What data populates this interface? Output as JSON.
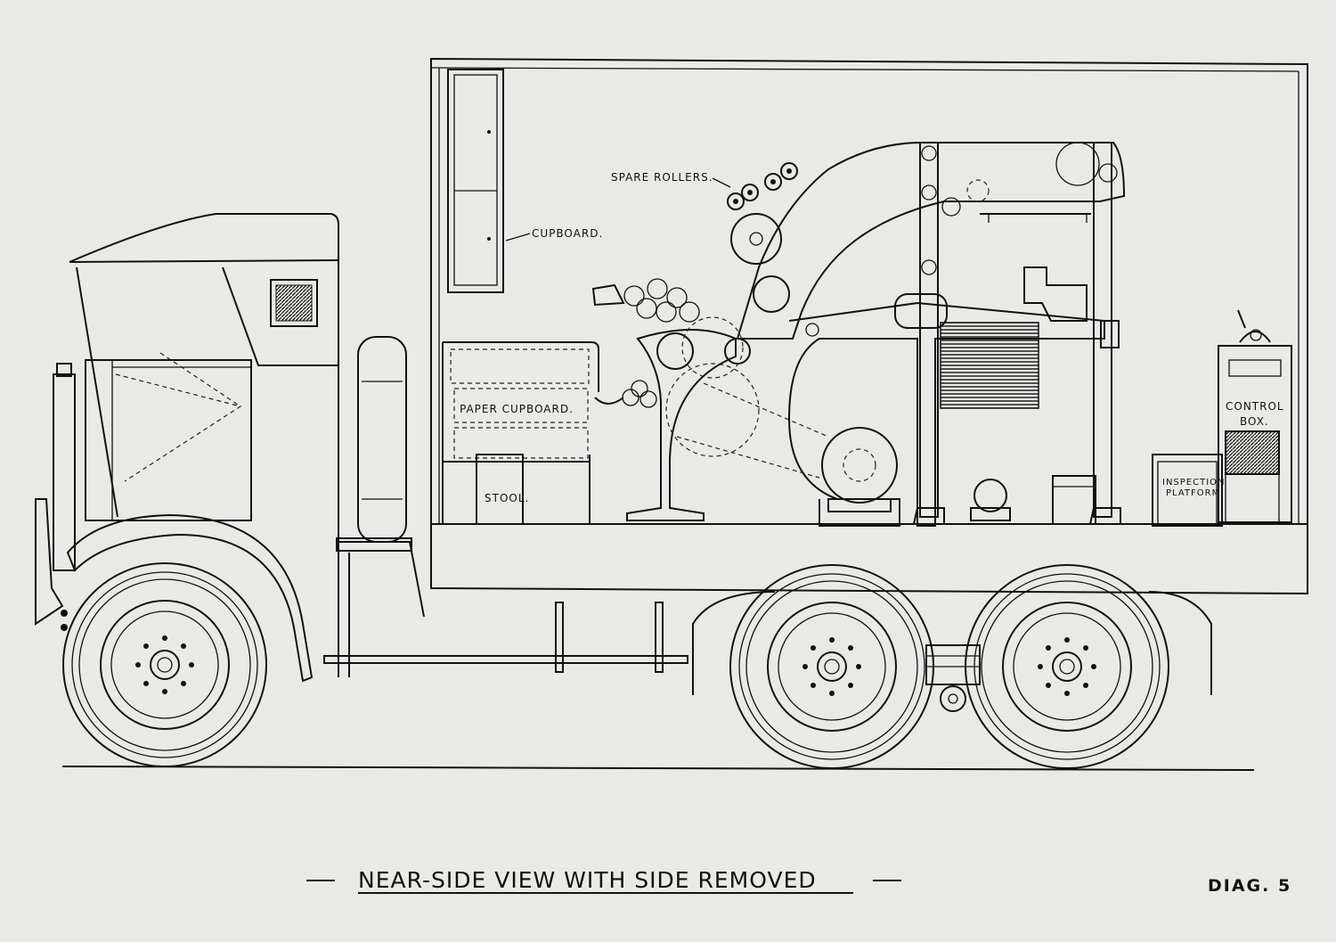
{
  "diagram": {
    "title": "NEAR-SIDE VIEW WITH SIDE REMOVED",
    "diag_number": "DIAG. 5",
    "labels": {
      "spare_rollers": "SPARE ROLLERS.",
      "cupboard": "CUPBOARD.",
      "paper_cupboard": "PAPER CUPBOARD.",
      "stool": "STOOL.",
      "inspection_line1": "INSPECTION",
      "inspection_line2": "PLATFORM.",
      "control_line1": "CONTROL",
      "control_line2": "BOX."
    },
    "colors": {
      "paper": "#e9e9e6",
      "ink": "#111111"
    }
  }
}
